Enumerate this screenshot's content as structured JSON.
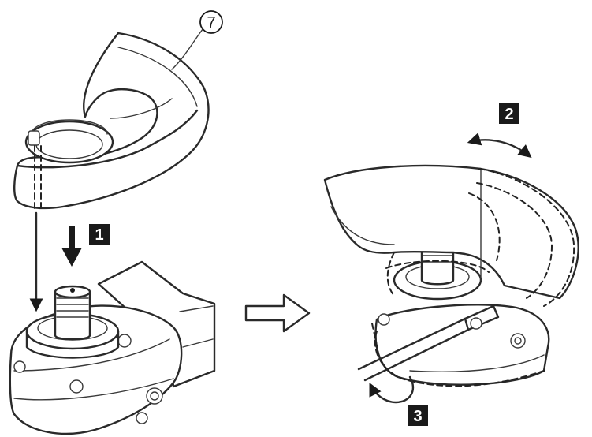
{
  "callout": {
    "part_number": "7"
  },
  "steps": [
    {
      "number": "1"
    },
    {
      "number": "2"
    },
    {
      "number": "3"
    }
  ],
  "icons": {
    "guard": "wheel-guard-icon",
    "grinder": "angle-grinder-icon",
    "next": "right-arrow-icon",
    "rotate": "double-arrow-icon",
    "tighten": "curved-arrow-icon",
    "tool": "screwdriver-icon"
  }
}
